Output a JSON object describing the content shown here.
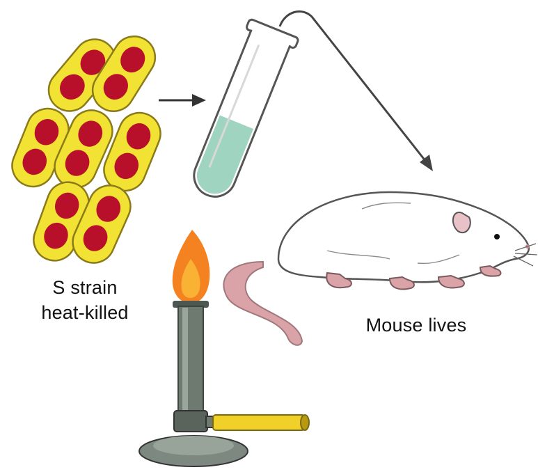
{
  "labels": {
    "strain_line1": "S strain",
    "strain_line2": "heat-killed",
    "outcome": "Mouse lives"
  },
  "colors": {
    "capsule": "#f2e233",
    "capsule_outline": "#8a7a1a",
    "cell": "#b8102a",
    "tube_liquid": "#9fd4c0",
    "flame_outer": "#f58220",
    "flame_inner": "#f9b233",
    "burner_body": "#6e7a70",
    "gas_pipe": "#f2d02a",
    "mouse_body": "#ffffff",
    "mouse_pink": "#d9a3a8",
    "arrow": "#333333"
  },
  "icons": {
    "bacteria": "bacteria-cluster-icon",
    "tube": "test-tube-icon",
    "burner": "bunsen-burner-icon",
    "mouse": "mouse-icon"
  }
}
